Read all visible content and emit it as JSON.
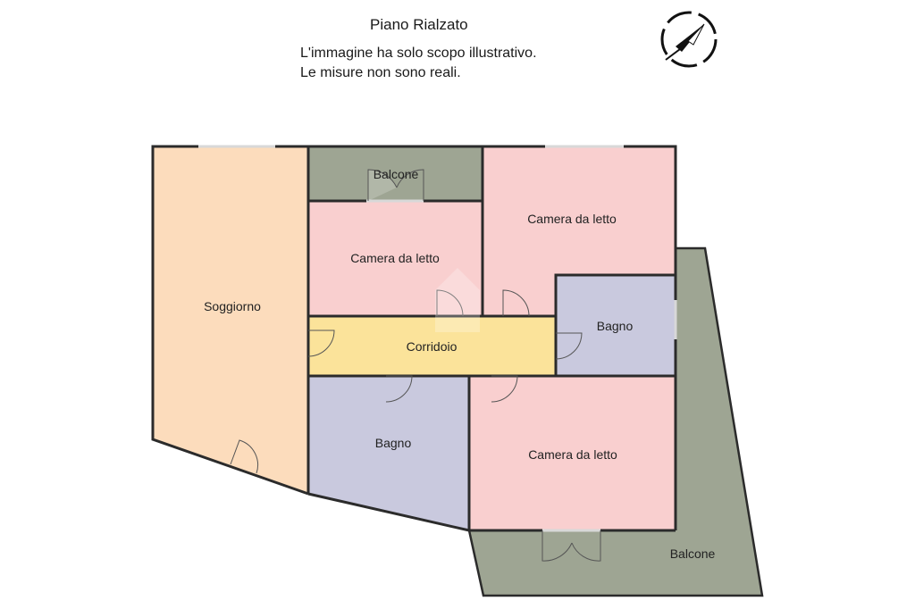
{
  "header": {
    "title": "Piano Rialzato",
    "disclaimer_line1": "L'immagine ha solo scopo illustrativo.",
    "disclaimer_line2": "Le misure non sono reali."
  },
  "compass": {
    "icon": "compass-north-arrow-icon"
  },
  "rooms": {
    "soggiorno": "Soggiorno",
    "balcone_top": "Balcone",
    "camera_top_left": "Camera da letto",
    "camera_top_right": "Camera da letto",
    "corridoio": "Corridoio",
    "bagno_right": "Bagno",
    "bagno_bottom": "Bagno",
    "camera_bottom": "Camera da letto",
    "balcone_bottom": "Balcone"
  },
  "colors": {
    "living": "#fcdcbc",
    "bedroom": "#f9cfcf",
    "bath": "#c9c9de",
    "corridor": "#fbe39a",
    "balcony": "#9ea593",
    "wall": "#2b2b2b",
    "window": "#cfcfcf"
  }
}
